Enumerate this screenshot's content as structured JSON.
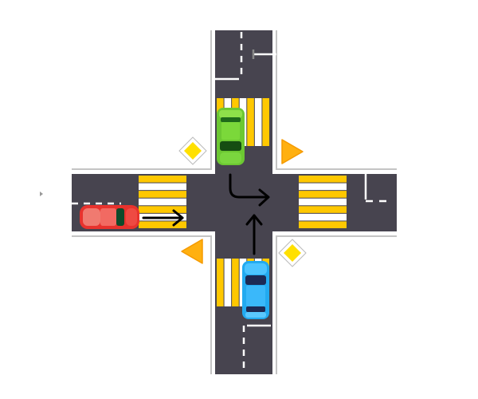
{
  "scene": {
    "type": "four-way intersection",
    "colors": {
      "asphalt": "#47444f",
      "curb": "#bdbdbd",
      "marking": "#ffffff",
      "crosswalk_yellow": "#ffc800",
      "sign_yellow": "#ffe000",
      "yield_orange": "#ffb010",
      "arrow": "#000000"
    },
    "vehicles": [
      {
        "name": "green-car",
        "color": "#6cc832",
        "heading": "south",
        "maneuver": "left-turn"
      },
      {
        "name": "red-car",
        "color": "#e8322d",
        "heading": "east",
        "maneuver": "straight"
      },
      {
        "name": "blue-car",
        "color": "#22aaf0",
        "heading": "north",
        "maneuver": "straight"
      }
    ],
    "signs": [
      {
        "name": "priority-road-sign-northwest",
        "icon": "priority-road-icon"
      },
      {
        "name": "priority-road-sign-southeast",
        "icon": "priority-road-icon"
      },
      {
        "name": "yield-sign-northeast",
        "icon": "yield-icon"
      },
      {
        "name": "yield-sign-southwest",
        "icon": "yield-icon"
      }
    ]
  }
}
